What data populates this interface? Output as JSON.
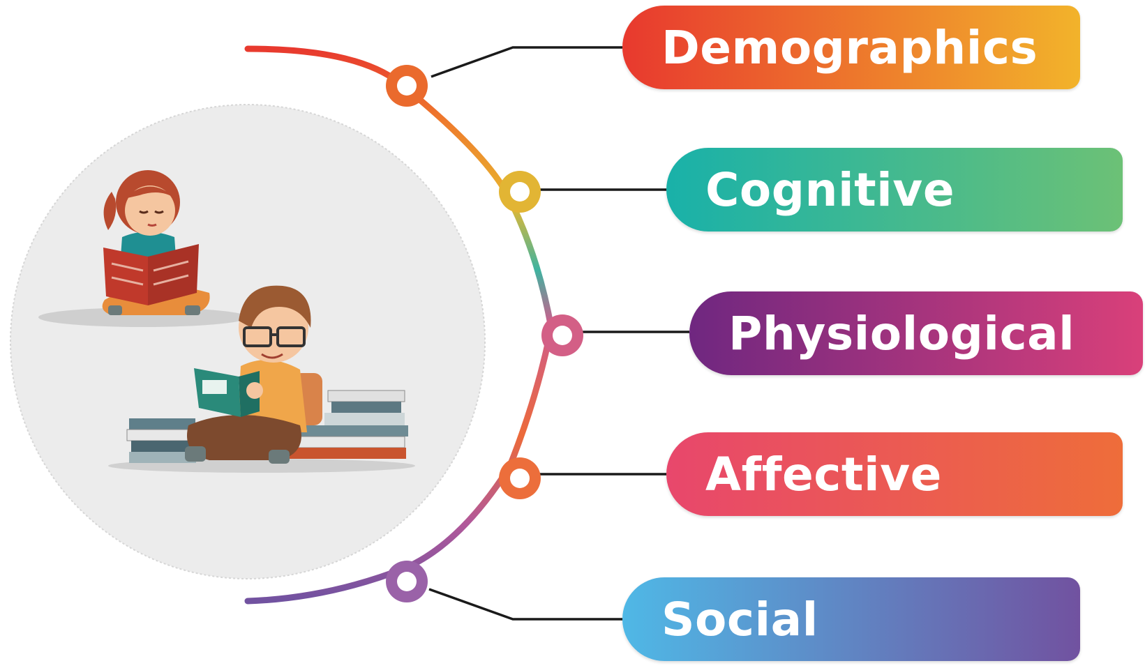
{
  "labels": [
    {
      "text": "Demographics",
      "colors": [
        "#e8392e",
        "#f2b32b"
      ],
      "node_color": "#ea6a2d"
    },
    {
      "text": "Cognitive",
      "colors": [
        "#19b1a9",
        "#6cc176"
      ],
      "node_color": "#e2b534"
    },
    {
      "text": "Physiological",
      "colors": [
        "#6f2780",
        "#d9407a"
      ],
      "node_color": "#d35f86"
    },
    {
      "text": "Affective",
      "colors": [
        "#e8476c",
        "#ee6d3a"
      ],
      "node_color": "#ec6e3b"
    },
    {
      "text": "Social",
      "colors": [
        "#4fb8e6",
        "#7152a0"
      ],
      "node_color": "#9a62a8"
    }
  ],
  "illustration": {
    "name": "children-reading-books",
    "circle_color": "#ececec"
  }
}
